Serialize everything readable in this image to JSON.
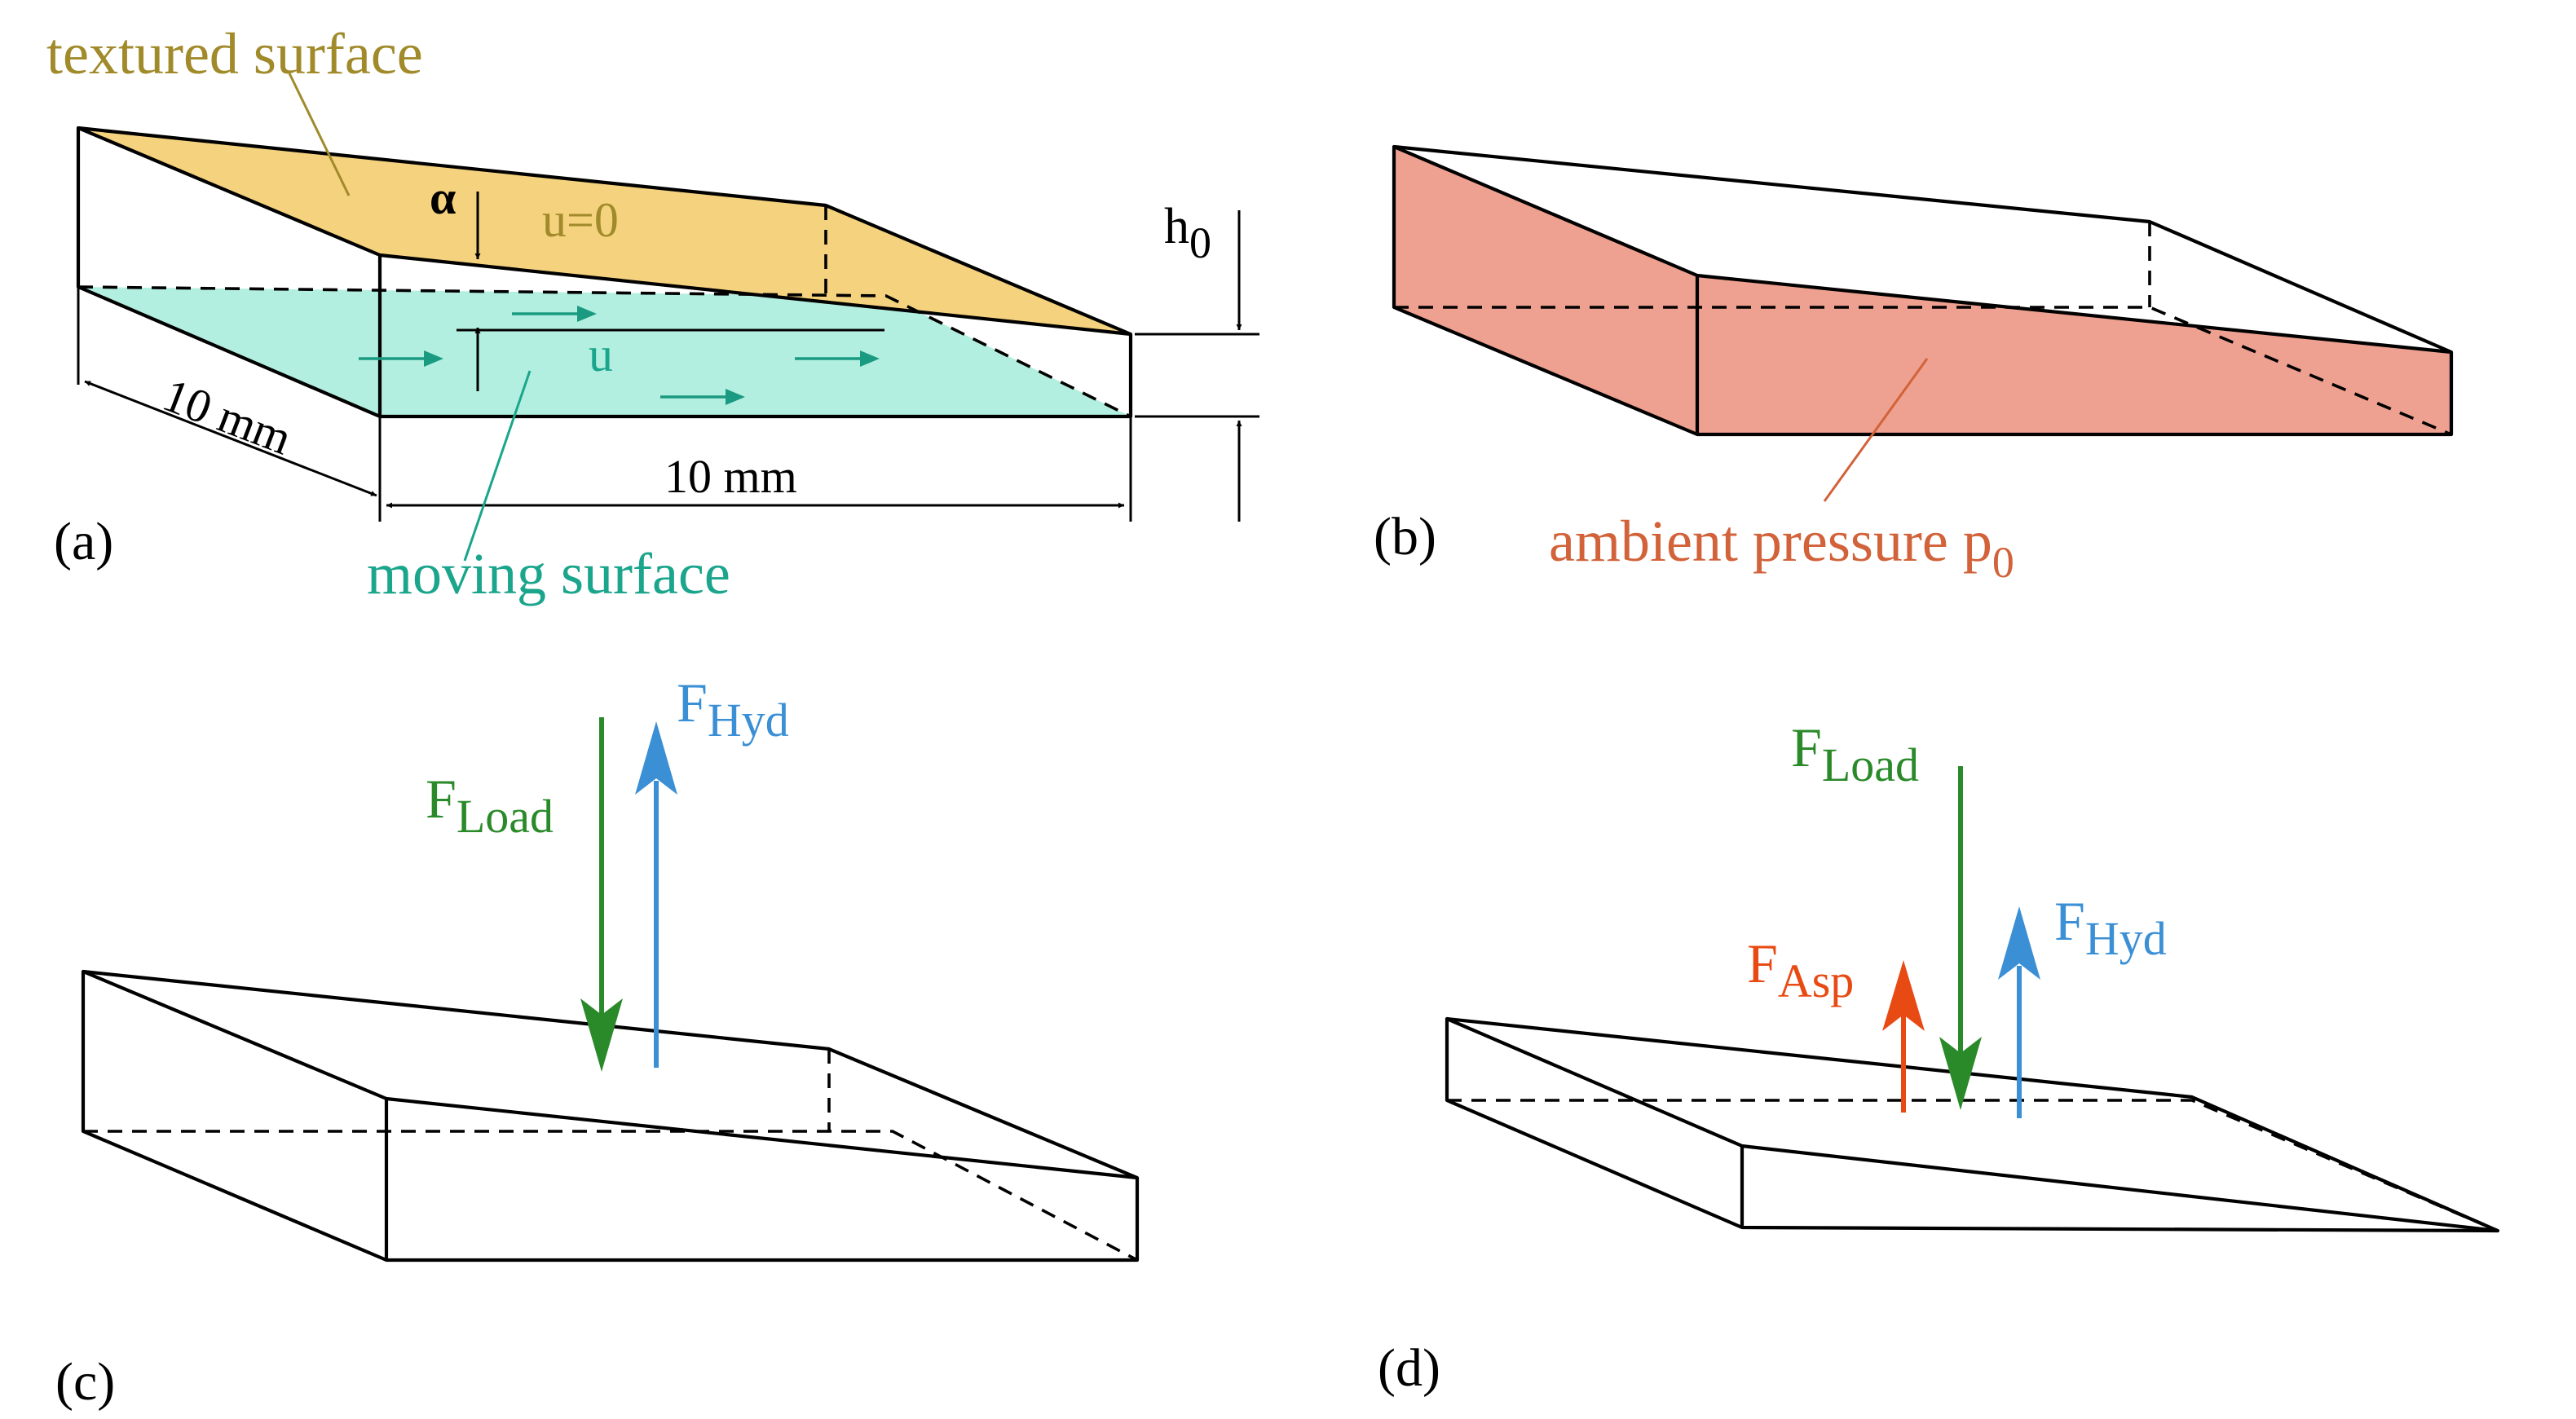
{
  "colors": {
    "textured": "#f5d27e",
    "textured_text": "#a08a2a",
    "moving": "#b3efe0",
    "moving_text": "#1aa58c",
    "ambient": "#eea190",
    "ambient_text": "#d2623a",
    "load": "#2a8a2a",
    "hyd": "#3a8fd5",
    "asp": "#e84a14",
    "arrow_teal": "#1a9a80"
  },
  "panel_a": {
    "label": "(a)",
    "textured_label": "textured surface",
    "moving_label": "moving surface",
    "u_zero": "u=0",
    "u": "u",
    "alpha": "α",
    "h_base": "h",
    "h_sub": "0",
    "dim_depth": "10 mm",
    "dim_width": "10 mm"
  },
  "panel_b": {
    "label": "(b)",
    "ambient_base": "ambient pressure p",
    "ambient_sub": "0"
  },
  "panel_c": {
    "label": "(c)",
    "load_base": "F",
    "load_sub": "Load",
    "hyd_base": "F",
    "hyd_sub": "Hyd"
  },
  "panel_d": {
    "label": "(d)",
    "load_base": "F",
    "load_sub": "Load",
    "hyd_base": "F",
    "hyd_sub": "Hyd",
    "asp_base": "F",
    "asp_sub": "Asp"
  }
}
